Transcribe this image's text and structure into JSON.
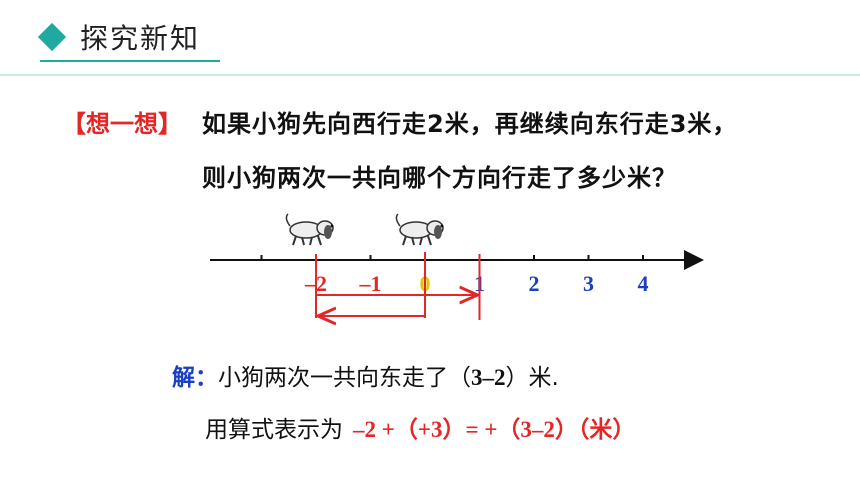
{
  "header": {
    "title": "探究新知"
  },
  "question": {
    "tag": "【想一想】",
    "line1": "如果小狗先向西行走2米，再继续向东行走3米，",
    "line2": "则小狗两次一共向哪个方向行走了多少米？"
  },
  "number_line": {
    "labels": [
      {
        "text": "–2",
        "value": -2,
        "color": "#e32626"
      },
      {
        "text": "–1",
        "value": -1,
        "color": "#e32626"
      },
      {
        "text": "0",
        "value": 0,
        "color": "#e0c800"
      },
      {
        "text": "1",
        "value": 1,
        "color": "#1a3fbf"
      },
      {
        "text": "2",
        "value": 2,
        "color": "#1a3fbf"
      },
      {
        "text": "3",
        "value": 3,
        "color": "#1a3fbf"
      },
      {
        "text": "4",
        "value": 4,
        "color": "#1a3fbf"
      }
    ],
    "range": [
      -3,
      4.5
    ],
    "move_west": {
      "from": 0,
      "to": -2
    },
    "move_east": {
      "from": -2,
      "to": 1
    },
    "arrow_color": "#e32626"
  },
  "solution": {
    "label": "解：",
    "text": "小狗两次一共向东走了（",
    "value": "3–2",
    "suffix": "）米."
  },
  "formula": {
    "prefix": "用算式表示为",
    "expression": "–2 +（+3）= +（3–2）（米）"
  }
}
